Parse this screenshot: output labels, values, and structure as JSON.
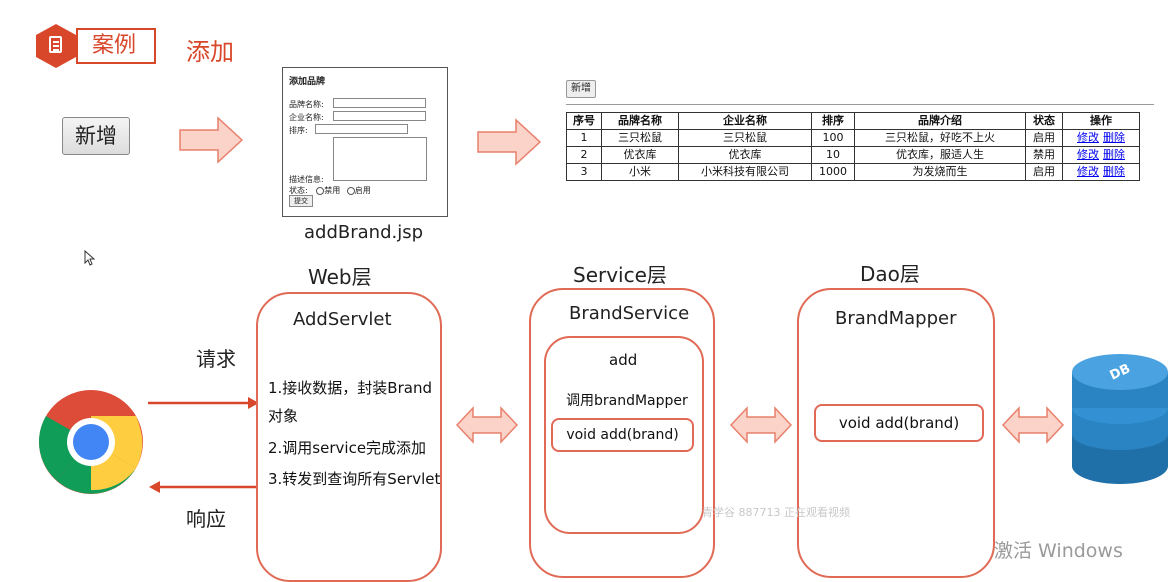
{
  "header": {
    "case_label": "案例",
    "add_label": "添加"
  },
  "ui": {
    "new_button": "新增"
  },
  "form": {
    "title": "添加品牌",
    "brand_name_label": "品牌名称:",
    "company_label": "企业名称:",
    "order_label": "排序:",
    "desc_label": "描述信息:",
    "status_label": "状态:",
    "option_disabled": "禁用",
    "option_enabled": "启用",
    "submit_label": "提交",
    "caption": "addBrand.jsp"
  },
  "list": {
    "new_button": "新增",
    "headers": [
      "序号",
      "品牌名称",
      "企业名称",
      "排序",
      "品牌介绍",
      "状态",
      "操作"
    ],
    "rows": [
      {
        "id": "1",
        "brand": "三只松鼠",
        "company": "三只松鼠",
        "order": "100",
        "desc": "三只松鼠，好吃不上火",
        "status": "启用"
      },
      {
        "id": "2",
        "brand": "优衣库",
        "company": "优衣库",
        "order": "10",
        "desc": "优衣库，服适人生",
        "status": "禁用"
      },
      {
        "id": "3",
        "brand": "小米",
        "company": "小米科技有限公司",
        "order": "1000",
        "desc": "为发烧而生",
        "status": "启用"
      }
    ],
    "edit_link": "修改",
    "delete_link": "删除"
  },
  "layers": {
    "web": {
      "title": "Web层",
      "component": "AddServlet",
      "steps": [
        "1.接收数据，封装Brand",
        "对象",
        "2.调用service完成添加",
        "3.转发到查询所有Servlet"
      ]
    },
    "service": {
      "title": "Service层",
      "component": "BrandService",
      "method_name": "add",
      "call_text": "调用brandMapper",
      "signature": "void add(brand)"
    },
    "dao": {
      "title": "Dao层",
      "component": "BrandMapper",
      "signature": "void add(brand)"
    }
  },
  "flow": {
    "request_label": "请求",
    "response_label": "响应"
  },
  "db_label": "DB",
  "overlay": {
    "watermark": "青学谷 887713 正在观看视频",
    "windows_notice": "激活 Windows"
  },
  "colors": {
    "accent": "#d9472b",
    "box_border": "#e06a55",
    "arrow_fill": "#fbd3c9",
    "db_blue": "#1f6fa8"
  }
}
